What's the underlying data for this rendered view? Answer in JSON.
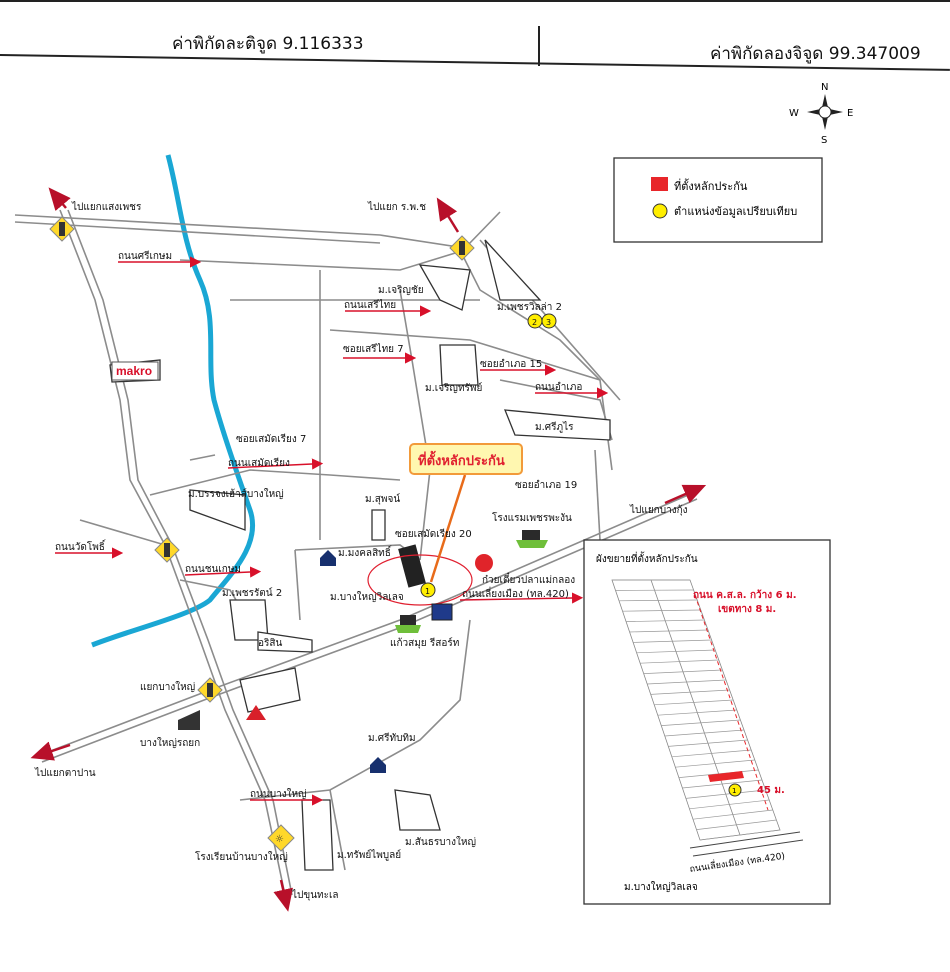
{
  "header": {
    "latitude": "ค่าพิกัดละติจูด 9.116333",
    "longitude": "ค่าพิกัดลองจิจูด 99.347009"
  },
  "compass": {
    "n": "N",
    "s": "S",
    "e": "E",
    "w": "W"
  },
  "legend": {
    "item_site": "ที่ตั้งหลักประกัน",
    "item_compare": "ตำแหน่งข้อมูลเปรียบเทียบ",
    "site_color": "#e8262a",
    "compare_color": "#ffee00"
  },
  "callout": {
    "text": "ที่ตั้งหลักประกัน"
  },
  "destinations": {
    "sangphet": "ไปแยกแสงเพชร",
    "hospital": "ไปแยก ร.พ.ช",
    "bangkung": "ไปแยกบางกุ้ง",
    "taptapan": "ไปแยกตาปาน",
    "khunthale": "ไปขุนทะเล"
  },
  "road_labels": {
    "sri_kasem": "ถนนศรีเกษม",
    "seri_thai": "ถนนเสรีไทย",
    "soi_seri_thai_7": "ซอยเสรีไทย 7",
    "soi_amphoe_15": "ซอยอำเภอ 15",
    "amphoe_road": "ถนนอำเภอ",
    "soi_samet_riang_7": "ซอยเสมัดเรียง 7",
    "samet_riang_road": "ถนนเสมัดเรียง",
    "soi_amphoe_19": "ซอยอำเภอ 19",
    "soi_samet_riang_20": "ซอยเสมัดเรียง 20",
    "wat_pho_road": "ถนนวัดโพธิ์",
    "chon_kasem_road": "ถนนชนเกษม",
    "mueang_road": "ถนนเลี่ยงเมือง (ทล.420)",
    "bang_yai_road": "ถนนบางใหญ่"
  },
  "places": {
    "makro": "makro",
    "charoen_chai": "ม.เจริญชัย",
    "phetchara_villa": "ม.เพชรวิลล่า 2",
    "charoen_sap": "ม.เจริญทรัพย์",
    "sri_thai": "ม.ศรีภูไร",
    "banchong": "ม.บรรจงเฮ้าส์บางใหญ่",
    "suphon": "ม.สุพจน์",
    "hotel_phet": "โรงแรมเพชรพะงัน",
    "mongkhon_sit": "ม.มงคลสิทธิ์",
    "noodle": "ก๋วยเตี๋ยวปลาแม่กลอง",
    "bang_yai_villa": "ม.บางใหญ่วิลเลจ",
    "phet_rat": "ม.เพชรรัตน์ 2",
    "arisin": "อริสิน",
    "kaew_samui": "แก้วสมุย รีสอร์ท",
    "bang_yai_intersection": "แยกบางใหญ่",
    "bang_yai_rot": "บางใหญ่รถยก",
    "sri_thapthim": "ม.ศรีทับทิม",
    "school": "โรงเรียนบ้านบางใหญ่",
    "sap_phaibun": "ม.ทรัพย์ไพบูลย์",
    "santhon": "ม.สันธรบางใหญ่",
    "compare_23": "2 3",
    "compare_1": "1"
  },
  "inset": {
    "title": "ผังขยายที่ตั้งหลักประกัน",
    "road_width": "ถนน ค.ส.ล. กว้าง 6 ม.",
    "setback": "เขตทาง 8 ม.",
    "depth": "45 ม.",
    "mark": "1",
    "bottom_road": "ถนนเลี่ยงเมือง (ทล.420)",
    "village": "ม.บางใหญ่วิลเลจ"
  }
}
